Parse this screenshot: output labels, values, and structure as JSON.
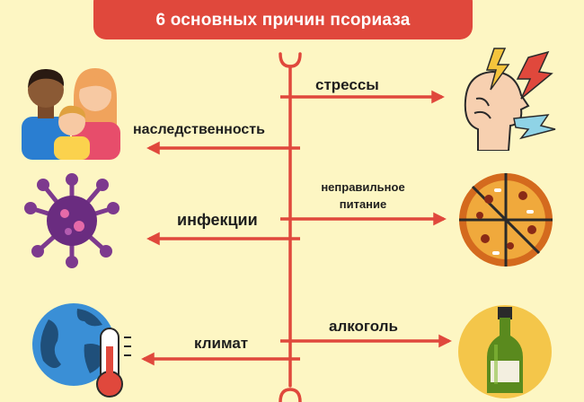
{
  "title": "6 основных причин псориаза",
  "colors": {
    "background": "#fdf6c3",
    "accent": "#e0483c",
    "text": "#1e1e1e"
  },
  "causes": [
    {
      "id": "stress",
      "label": "стрессы",
      "direction": "right",
      "icon": "stressed-head-icon"
    },
    {
      "id": "heredity",
      "label": "наследственность",
      "direction": "left",
      "icon": "family-icon"
    },
    {
      "id": "nutrition",
      "label_line1": "неправильное",
      "label_line2": "питание",
      "direction": "right",
      "icon": "pizza-icon"
    },
    {
      "id": "infection",
      "label": "инфекции",
      "direction": "left",
      "icon": "virus-icon"
    },
    {
      "id": "alcohol",
      "label": "алкоголь",
      "direction": "right",
      "icon": "bottle-icon"
    },
    {
      "id": "climate",
      "label": "климат",
      "direction": "left",
      "icon": "globe-thermometer-icon"
    }
  ]
}
